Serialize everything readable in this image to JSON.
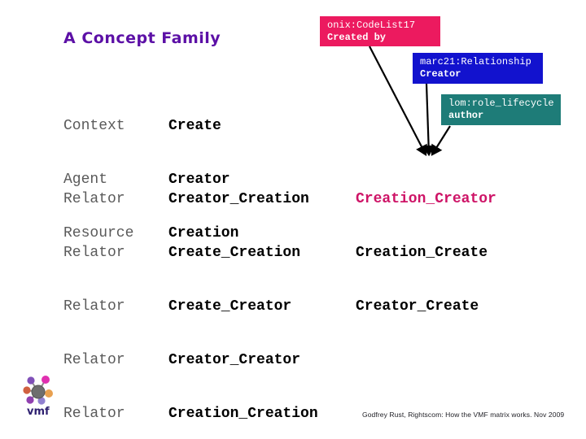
{
  "title": "A Concept Family",
  "colors": {
    "title": "#5C10A6",
    "onix_box": "#EC1A5F",
    "marc_box": "#1212CE",
    "lom_box": "#1E7C78",
    "highlight_text": "#CE1467",
    "muted_text": "#5A5A5A",
    "strong_text": "#000000",
    "logo_label": "#2E2070",
    "logo_center": "#6E6E6E",
    "logo_node_topleft": "#8050B8",
    "logo_node_topright": "#E030B0",
    "logo_node_left": "#D06040",
    "logo_node_right": "#E8A050",
    "logo_node_bottomleft": "#9040B0",
    "logo_node_bottomright": "#9080D0"
  },
  "mapping_boxes": {
    "onix": {
      "scheme": "onix:CodeList17",
      "term": "Created by"
    },
    "marc": {
      "scheme": "marc21:Relationship",
      "term": "Creator"
    },
    "lom": {
      "scheme": "lom:role_lifecycle",
      "term": "author"
    }
  },
  "columns": {
    "roles_top": [
      "Context",
      "Agent",
      "Resource"
    ],
    "concepts_top": [
      "Create",
      "Creator",
      "Creation"
    ],
    "roles_relators": [
      "Relator",
      "Relator",
      "Relator",
      "Relator",
      "Relator"
    ],
    "relator_concepts": [
      "Creator_Creation",
      "Create_Creation",
      "Create_Creator",
      "Creator_Creator",
      "Creation_Creation"
    ],
    "derived_highlight": "Creation_Creator",
    "derived_others": [
      "Creation_Create",
      "Creator_Create"
    ]
  },
  "logo": {
    "label": "vmf"
  },
  "footer": "Godfrey Rust, Rightscom: How the VMF matrix works. Nov 2009"
}
